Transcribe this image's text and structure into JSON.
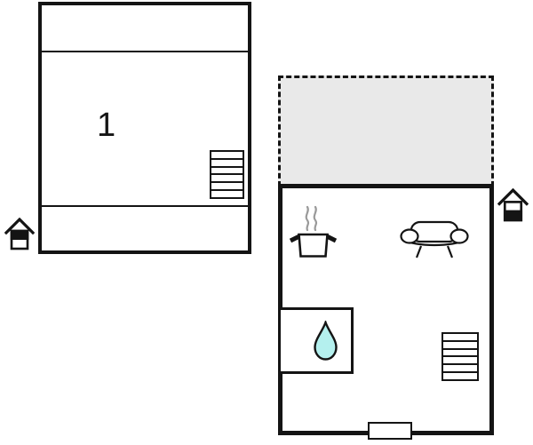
{
  "colors": {
    "wall": "#141414",
    "terrace_fill": "#e9e9e9",
    "drop_fill": "#b4f0ee",
    "steam": "#9a9a9a",
    "background": "#ffffff"
  },
  "floor_1": {
    "unit_label": "1",
    "icons": {
      "stairs": "stairs-icon",
      "entrance": "house-entrance-icon"
    }
  },
  "floor_2": {
    "icons": {
      "terrace": "terrace-dashed-area",
      "kitchen": "cooking-pot-icon",
      "steam": "steam-icon",
      "living": "sofa-icon",
      "bathroom": "water-drop-icon",
      "stairs": "stairs-icon",
      "door": "door-threshold",
      "entrance": "house-entrance-icon"
    }
  }
}
